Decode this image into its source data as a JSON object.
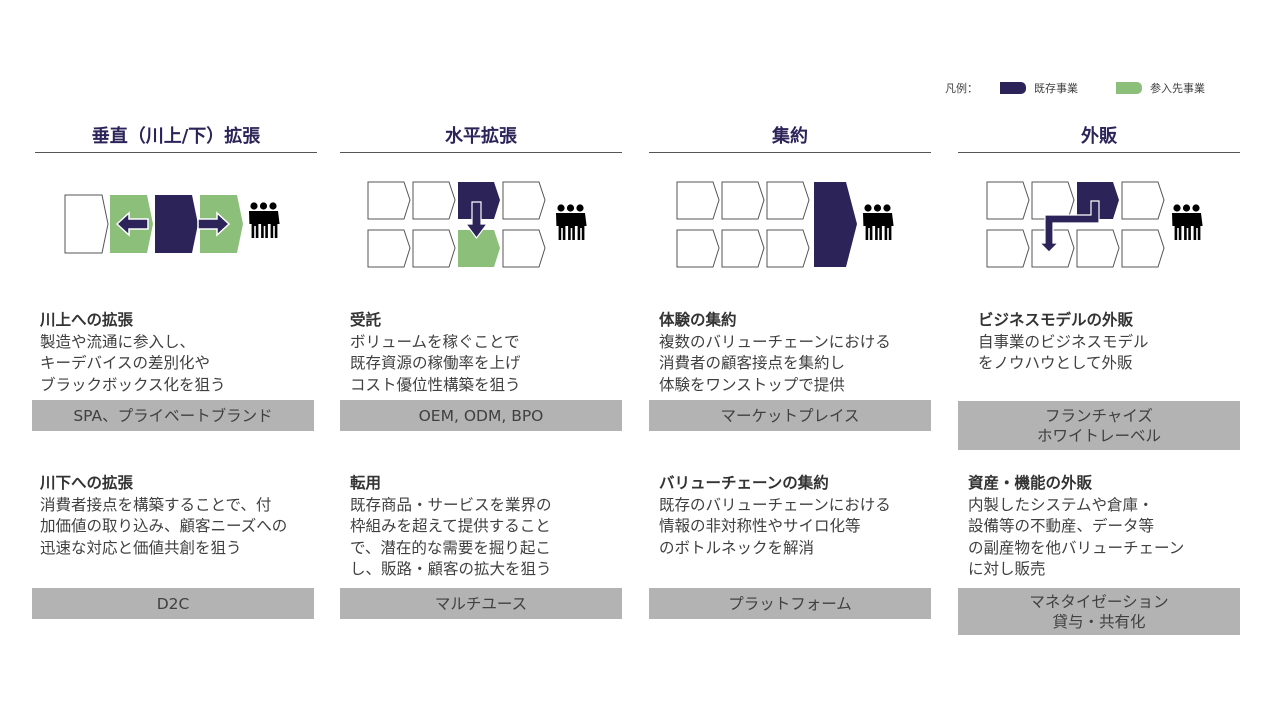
{
  "legend": {
    "label": "凡例：",
    "items": [
      {
        "label": "既存事業",
        "color": "#2c2459"
      },
      {
        "label": "参入先事業",
        "color": "#8bbf7a"
      }
    ]
  },
  "colors": {
    "existing": "#2c2459",
    "entry": "#8bbf7a",
    "tag_bg": "#b3b3b3"
  },
  "columns": [
    {
      "title": "垂直（川上/下）拡張",
      "diagram_icon": "vertical-expansion-chain",
      "blocks": [
        {
          "heading": "川上への拡張",
          "lines": [
            "製造や流通に参入し、",
            "キーデバイスの差別化や",
            "ブラックボックス化を狙う"
          ],
          "tag": [
            "SPA、プライベートブランド"
          ]
        },
        {
          "heading": "川下への拡張",
          "lines": [
            "消費者接点を構築することで、付",
            "加価値の取り込み、顧客ニーズへの",
            "迅速な対応と価値共創を狙う"
          ],
          "tag": [
            "D2C"
          ]
        }
      ]
    },
    {
      "title": "水平拡張",
      "diagram_icon": "horizontal-expansion-chain",
      "blocks": [
        {
          "heading": "受託",
          "lines": [
            "ボリュームを稼ぐことで",
            "既存資源の稼働率を上げ",
            "コスト優位性構築を狙う"
          ],
          "tag": [
            "OEM, ODM, BPO"
          ]
        },
        {
          "heading": "転用",
          "lines": [
            "既存商品・サービスを業界の",
            "枠組みを超えて提供すること",
            "で、潜在的な需要を掘り起こ",
            "し、販路・顧客の拡大を狙う"
          ],
          "tag": [
            "マルチユース"
          ]
        }
      ]
    },
    {
      "title": "集約",
      "diagram_icon": "aggregation-chain",
      "blocks": [
        {
          "heading": "体験の集約",
          "lines": [
            "複数のバリューチェーンにおける",
            "消費者の顧客接点を集約し",
            "体験をワンストップで提供"
          ],
          "tag": [
            "マーケットプレイス"
          ]
        },
        {
          "heading": "バリューチェーンの集約",
          "lines": [
            "既存のバリューチェーンにおける",
            "情報の非対称性やサイロ化等",
            "のボトルネックを解消"
          ],
          "tag": [
            "プラットフォーム"
          ]
        }
      ]
    },
    {
      "title": "外販",
      "diagram_icon": "external-sales-chain",
      "blocks": [
        {
          "heading": "ビジネスモデルの外販",
          "lines": [
            "自事業のビジネスモデル",
            "をノウハウとして外販"
          ],
          "tag": [
            "フランチャイズ",
            "ホワイトレーベル"
          ]
        },
        {
          "heading": "資産・機能の外販",
          "lines": [
            "内製したシステムや倉庫・",
            "設備等の不動産、データ等",
            "の副産物を他バリューチェーン",
            "に対し販売"
          ],
          "tag": [
            "マネタイゼーション",
            "貸与・共有化"
          ]
        }
      ]
    }
  ]
}
